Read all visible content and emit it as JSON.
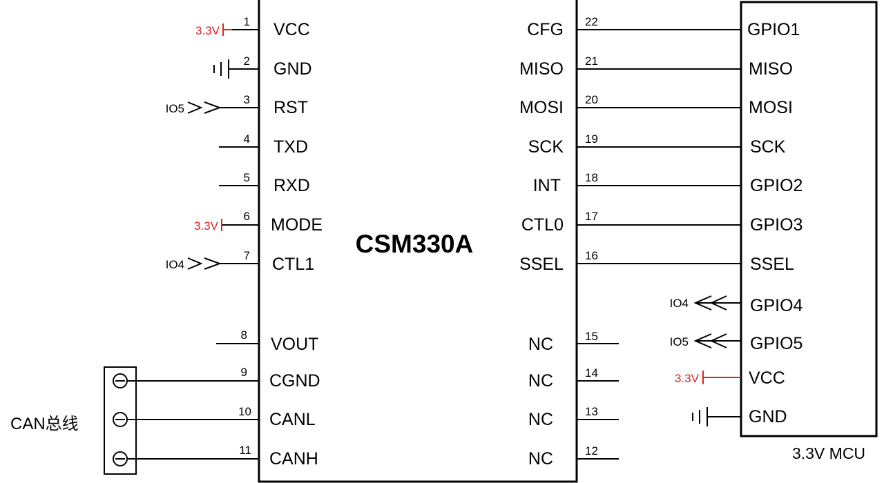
{
  "colors": {
    "power": "#e02020",
    "line": "#000000"
  },
  "chip": {
    "name": "CSM330A",
    "left_pins": [
      {
        "num": "1",
        "label": "VCC"
      },
      {
        "num": "2",
        "label": "GND"
      },
      {
        "num": "3",
        "label": "RST"
      },
      {
        "num": "4",
        "label": "TXD"
      },
      {
        "num": "5",
        "label": "RXD"
      },
      {
        "num": "6",
        "label": "MODE"
      },
      {
        "num": "7",
        "label": "CTL1"
      },
      {
        "num": "8",
        "label": "VOUT"
      },
      {
        "num": "9",
        "label": "CGND"
      },
      {
        "num": "10",
        "label": "CANL"
      },
      {
        "num": "11",
        "label": "CANH"
      }
    ],
    "right_pins": [
      {
        "num": "22",
        "label": "CFG"
      },
      {
        "num": "21",
        "label": "MISO"
      },
      {
        "num": "20",
        "label": "MOSI"
      },
      {
        "num": "19",
        "label": "SCK"
      },
      {
        "num": "18",
        "label": "INT"
      },
      {
        "num": "17",
        "label": "CTL0"
      },
      {
        "num": "16",
        "label": "SSEL"
      },
      {
        "num": "15",
        "label": "NC"
      },
      {
        "num": "14",
        "label": "NC"
      },
      {
        "num": "13",
        "label": "NC"
      },
      {
        "num": "12",
        "label": "NC"
      }
    ]
  },
  "mcu": {
    "name": "3.3V MCU",
    "pins": [
      "GPIO1",
      "MISO",
      "MOSI",
      "SCK",
      "GPIO2",
      "GPIO3",
      "SSEL",
      "GPIO4",
      "GPIO5",
      "VCC",
      "GND"
    ]
  },
  "nets": {
    "power_33v": "3.3V",
    "io5": "IO5",
    "io4": "IO4"
  },
  "connector": {
    "label": "CAN总线"
  }
}
